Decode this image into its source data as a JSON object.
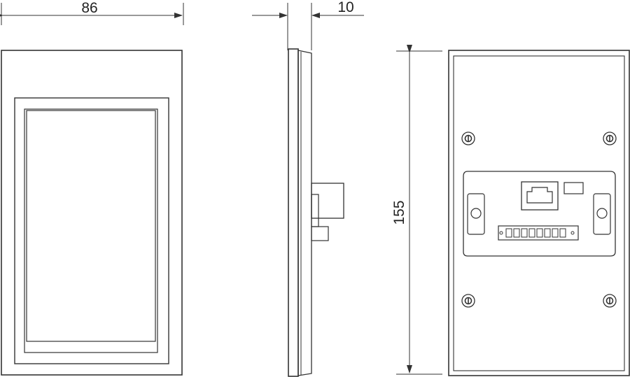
{
  "dimensions": {
    "width": "86",
    "depth": "10",
    "height": "155"
  },
  "colors": {
    "line": "#333333",
    "background": "#ffffff"
  },
  "icons": {
    "screw": "screw-icon",
    "rj45": "rj45-port-icon",
    "terminal": "terminal-block-icon"
  }
}
